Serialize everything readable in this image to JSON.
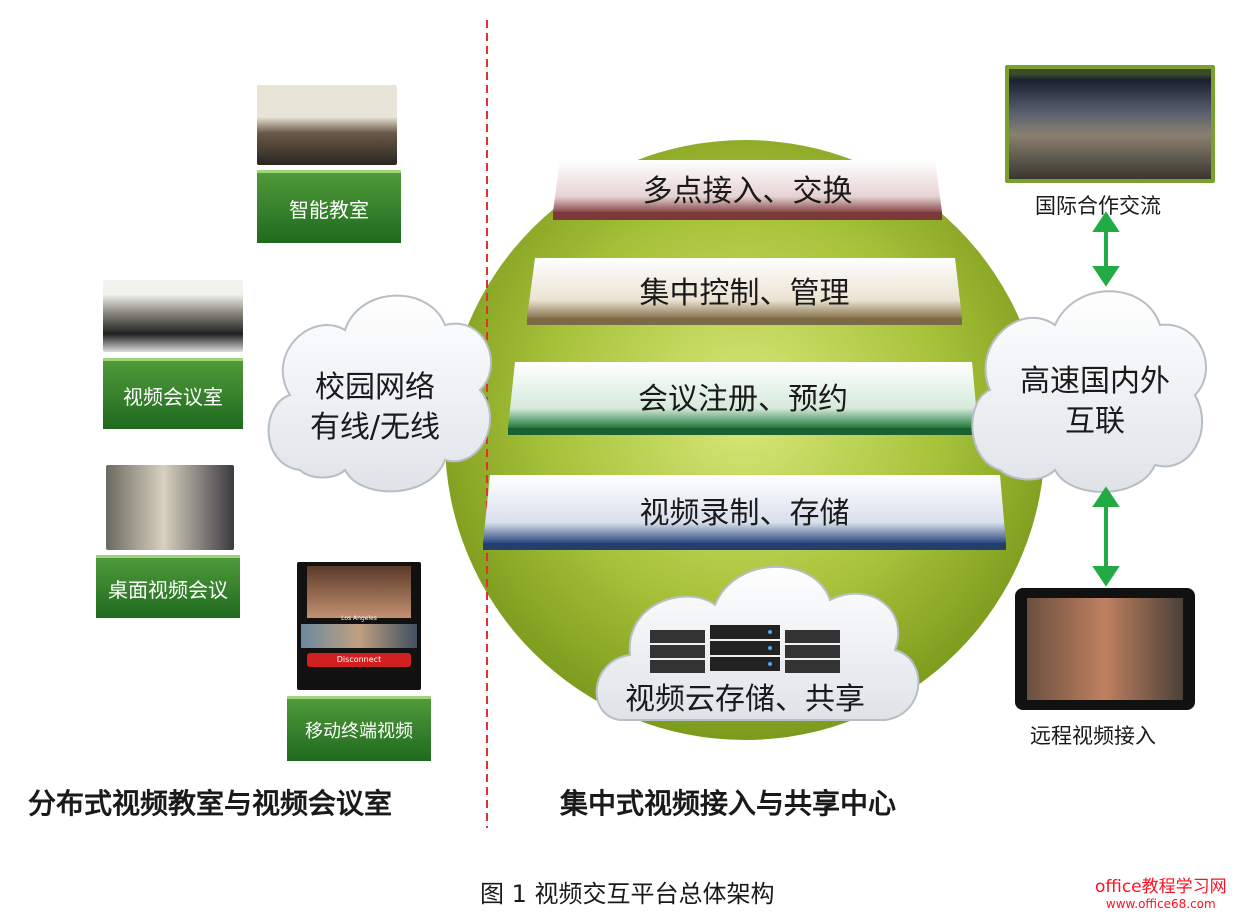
{
  "layers": [
    {
      "label": "多点接入、交换",
      "color": "#b88888"
    },
    {
      "label": "集中控制、管理",
      "color": "#c7b79a"
    },
    {
      "label": "会议注册、预约",
      "color": "#5a9a6a"
    },
    {
      "label": "视频录制、存储",
      "color": "#6f84a8"
    }
  ],
  "storage_cloud": "视频云存储、共享",
  "left_cloud": {
    "line1": "校园网络",
    "line2": "有线/无线"
  },
  "right_cloud": {
    "line1": "高速国内外",
    "line2": "互联"
  },
  "left_cards": [
    "智能教室",
    "视频会议室",
    "桌面视频会议",
    "移动终端视频"
  ],
  "mobile_screen": {
    "location": "Los Angeles",
    "button": "Disconnect"
  },
  "right_items": [
    "国际合作交流",
    "远程视频接入"
  ],
  "bottom_left": "分布式视频教室与视频会议室",
  "bottom_right": "集中式视频接入与共享中心",
  "caption": "图 1  视频交互平台总体架构",
  "watermark": {
    "line1": "office教程学习网",
    "line2": "www.office68.com"
  },
  "colors": {
    "ellipse": "#8aab22",
    "card": "#2e7a28",
    "arrow": "#22aa44",
    "divider": "#e03030",
    "watermark": "#ff1020"
  }
}
